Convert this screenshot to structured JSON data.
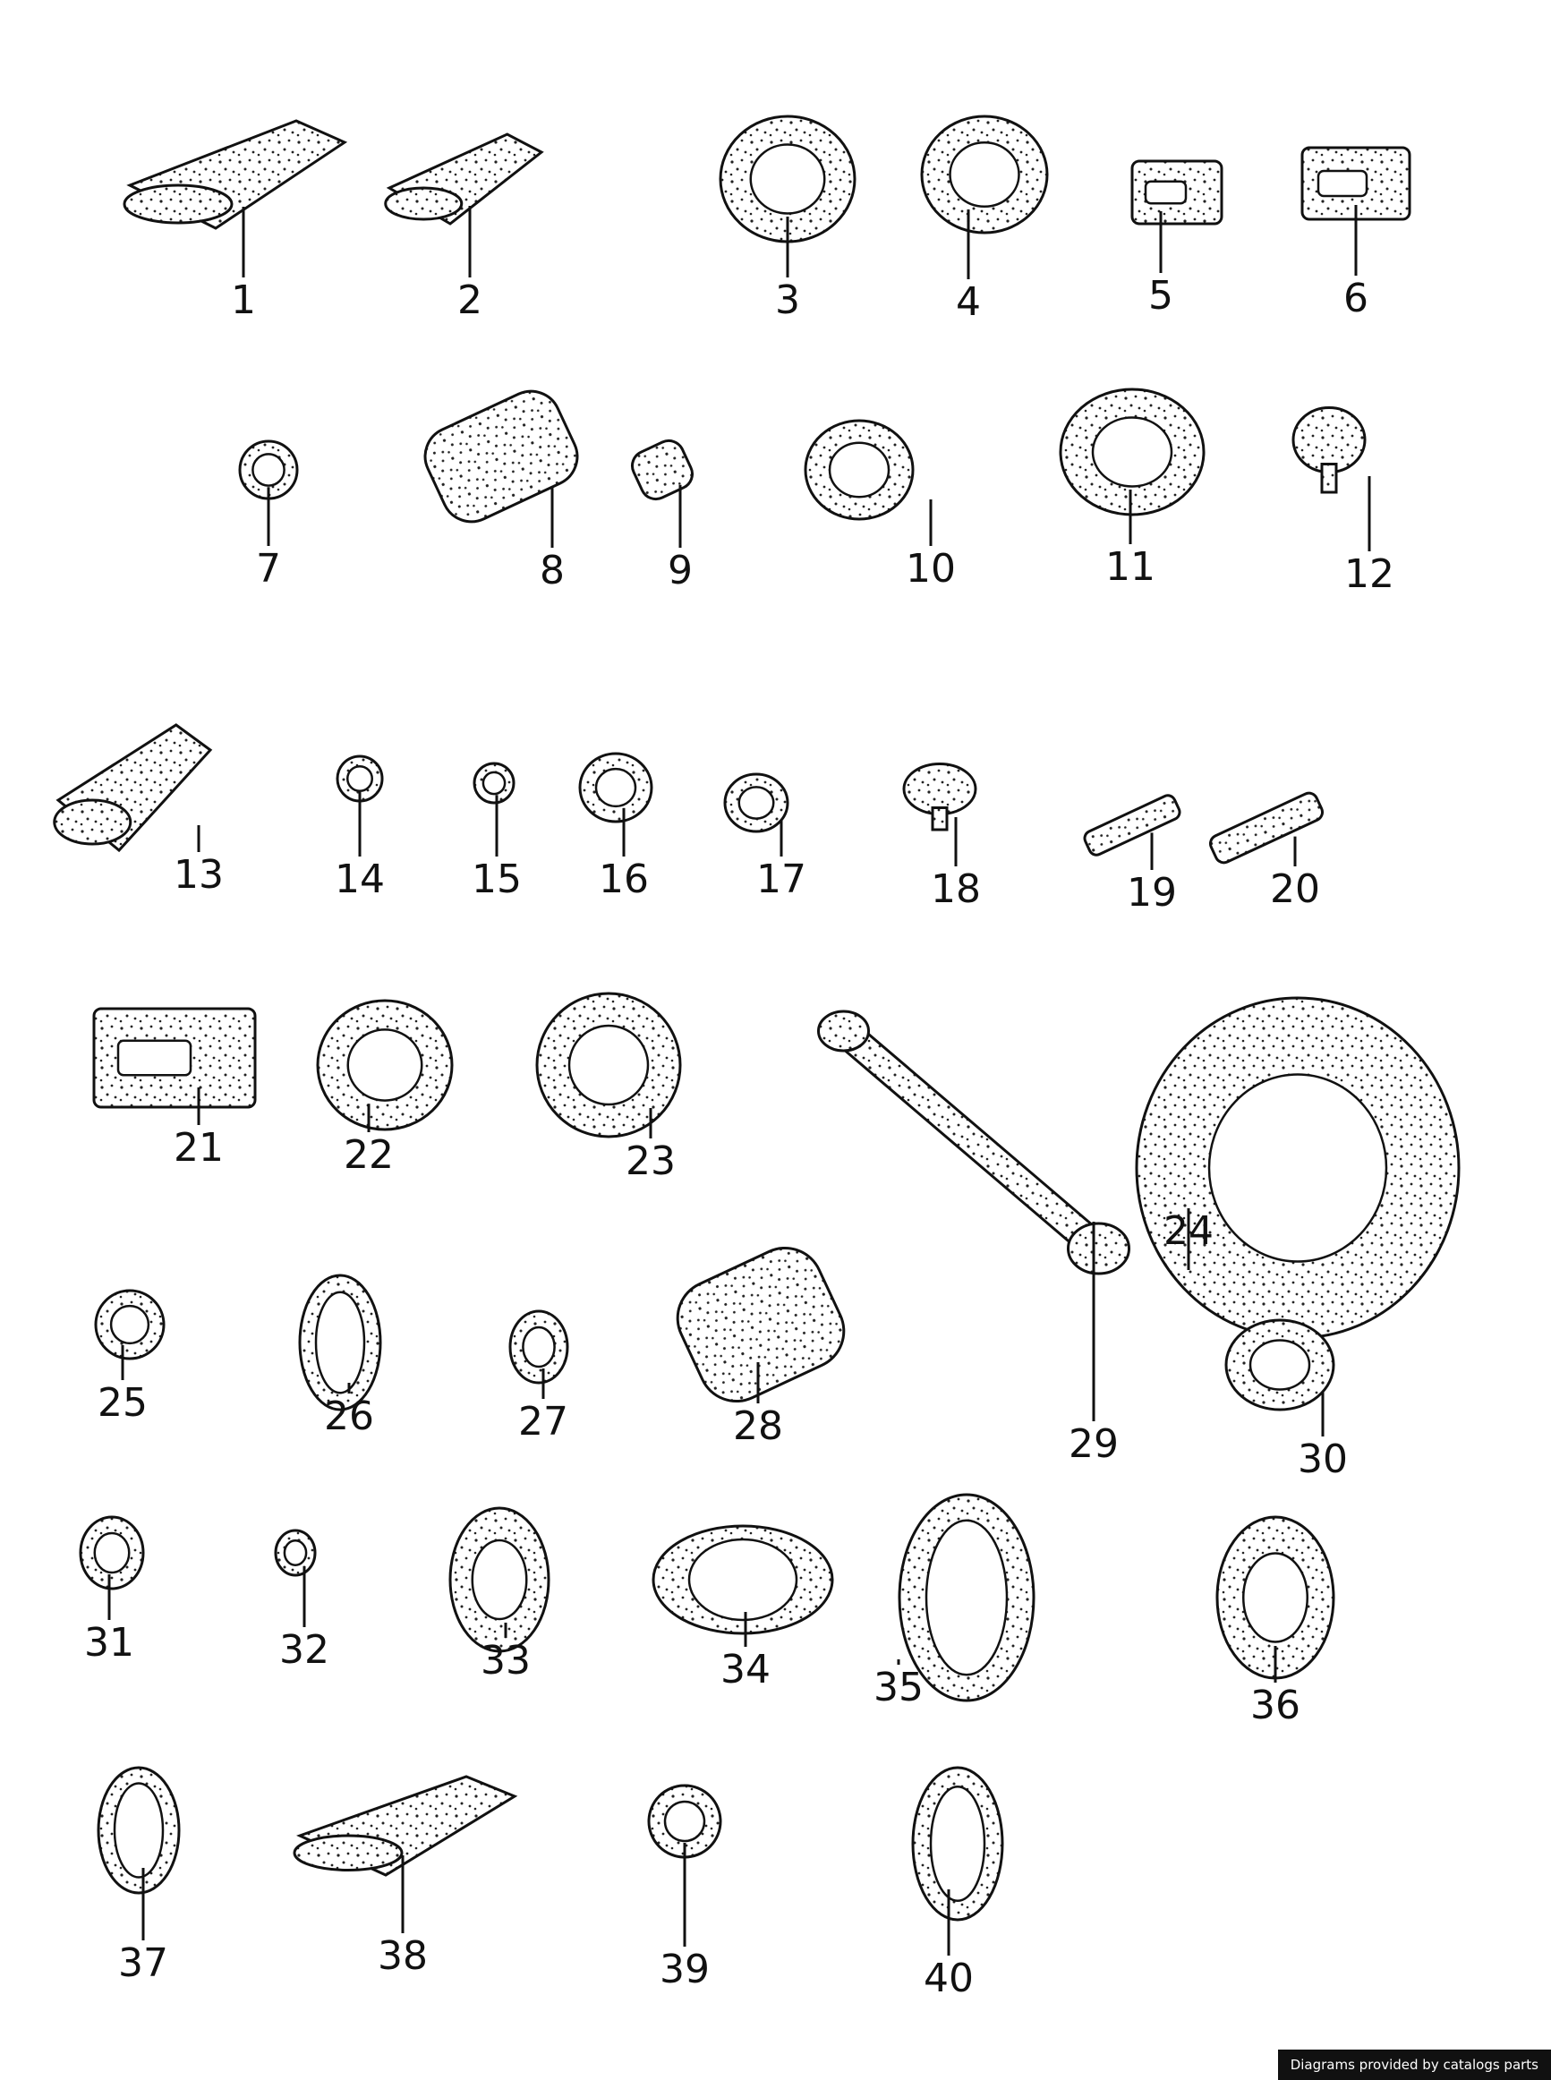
{
  "parts": [
    {
      "label": "1"
    },
    {
      "label": "2"
    },
    {
      "label": "3"
    },
    {
      "label": "4"
    },
    {
      "label": "5"
    },
    {
      "label": "6"
    },
    {
      "label": "7"
    },
    {
      "label": "8"
    },
    {
      "label": "9"
    },
    {
      "label": "10"
    },
    {
      "label": "11"
    },
    {
      "label": "12"
    },
    {
      "label": "13"
    },
    {
      "label": "14"
    },
    {
      "label": "15"
    },
    {
      "label": "16"
    },
    {
      "label": "17"
    },
    {
      "label": "18"
    },
    {
      "label": "19"
    },
    {
      "label": "20"
    },
    {
      "label": "21"
    },
    {
      "label": "22"
    },
    {
      "label": "23"
    },
    {
      "label": "24"
    },
    {
      "label": "25"
    },
    {
      "label": "26"
    },
    {
      "label": "27"
    },
    {
      "label": "28"
    },
    {
      "label": "29"
    },
    {
      "label": "30"
    },
    {
      "label": "31"
    },
    {
      "label": "32"
    },
    {
      "label": "33"
    },
    {
      "label": "34"
    },
    {
      "label": "35"
    },
    {
      "label": "36"
    },
    {
      "label": "37"
    },
    {
      "label": "38"
    },
    {
      "label": "39"
    },
    {
      "label": "40"
    }
  ],
  "credit": "Diagrams provided by catalogs parts"
}
